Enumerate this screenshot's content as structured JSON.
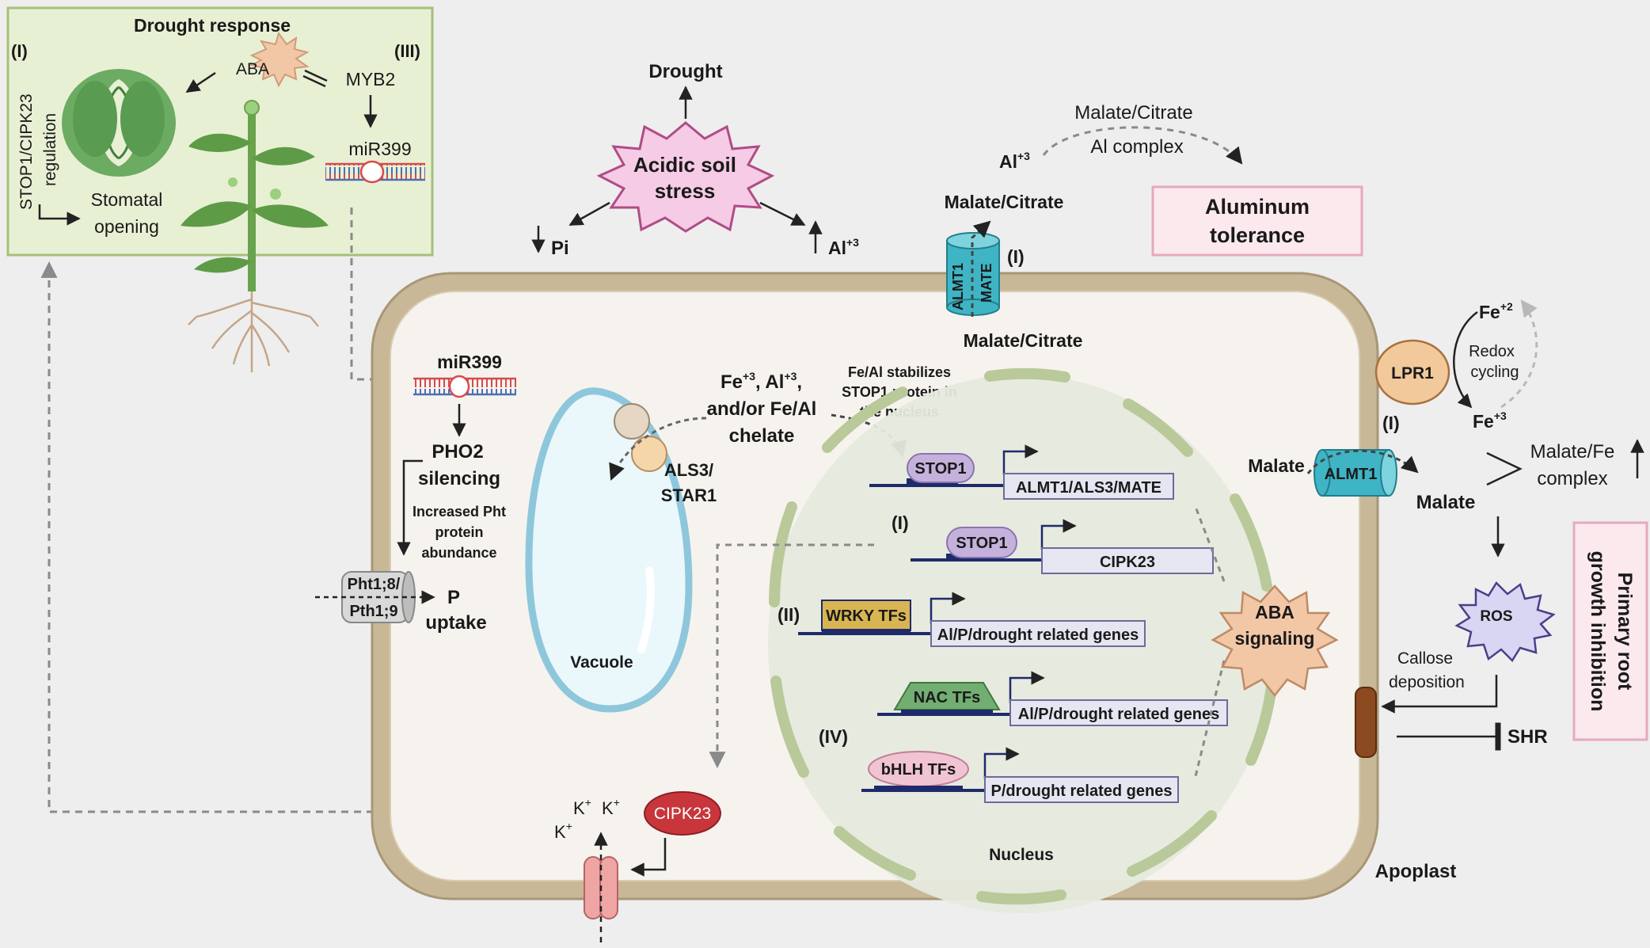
{
  "drought_box": {
    "title": "Drought response",
    "label_I": "(I)",
    "label_III": "(III)",
    "side_label_1": "STOP1/CIPK23",
    "side_label_2": "regulation",
    "aba": "ABA",
    "myb2": "MYB2",
    "mir399": "miR399",
    "stomatal_1": "Stomatal",
    "stomatal_2": "opening"
  },
  "stress": {
    "drought": "Drought",
    "acidic_1": "Acidic soil",
    "acidic_2": "stress",
    "pi": "Pi",
    "al_base": "Al",
    "al_sup": "+3"
  },
  "top_right": {
    "malate_citrate_1": "Malate/Citrate",
    "al_complex": "Al complex",
    "al_base": "Al",
    "al_sup": "+3",
    "malate_citrate_2": "Malate/Citrate",
    "almt1": "ALMT1",
    "mate": "MATE",
    "label_I": "(I)",
    "malate_citrate_inside": "Malate/Citrate",
    "al_tolerance_1": "Aluminum",
    "al_tolerance_2": "tolerance"
  },
  "left_cell": {
    "mir399": "miR399",
    "pho2_1": "PHO2",
    "pho2_2": "silencing",
    "pht_note_1": "Increased Pht",
    "pht_note_2": "protein",
    "pht_note_3": "abundance",
    "pht_1": "Pht1;8/",
    "pht_2": "Pth1;9",
    "p_uptake_1": "P",
    "p_uptake_2": "uptake",
    "vacuole": "Vacuole",
    "als3_1": "ALS3/",
    "als3_2": "STAR1",
    "chelate_1": "Fe",
    "chelate_fe_sup": "+3",
    "chelate_al": ", Al",
    "chelate_al_sup": "+3",
    "chelate_comma": ",",
    "chelate_2": "and/or Fe/Al",
    "chelate_3": "chelate",
    "stab_1": "Fe/Al stabilizes",
    "stab_2": "STOP1 protein in",
    "stab_3": "the nucleus"
  },
  "nucleus": {
    "label": "Nucleus",
    "genes": [
      {
        "tf": "STOP1",
        "gene": "ALMT1/ALS3/MATE"
      },
      {
        "tf": "STOP1",
        "gene": "CIPK23"
      },
      {
        "tf": "WRKY TFs",
        "gene": "Al/P/drought related genes"
      },
      {
        "tf": "NAC TFs",
        "gene": "Al/P/drought related genes"
      },
      {
        "tf": "bHLH TFs",
        "gene": "P/drought related genes"
      }
    ],
    "label_I": "(I)",
    "label_II": "(II)",
    "label_IV": "(IV)",
    "aba_1": "ABA",
    "aba_2": "signaling"
  },
  "bottom": {
    "k1": "K",
    "k2": "K",
    "k3": "K",
    "k_sup": "+",
    "cipk23": "CIPK23",
    "apoplast": "Apoplast"
  },
  "right": {
    "lpr1": "LPR1",
    "fe2_base": "Fe",
    "fe2_sup": "+2",
    "fe3_base": "Fe",
    "fe3_sup": "+3",
    "redox_1": "Redox",
    "redox_2": "cycling",
    "malate_out": "Malate",
    "almt1": "ALMT1",
    "label_I": "(I)",
    "malate": "Malate",
    "complex_1": "Malate/Fe",
    "complex_2": "complex",
    "ros": "ROS",
    "callose_1": "Callose",
    "callose_2": "deposition",
    "shr": "SHR",
    "inhibition_1": "Primary root",
    "inhibition_2": "growth inhibition"
  },
  "colors": {
    "cell_wall": "#c9b897",
    "cytoplasm": "#f6f3ee",
    "nucleus": "#e6e9dd",
    "nuclear_envelope": "#b9c99a",
    "drought_box": "#e8f0d4",
    "drought_box_border": "#a6c07a",
    "stop1": "#c4b2dc",
    "wrky": "#d8b552",
    "nac": "#72ae72",
    "bhlh": "#f0c4d2",
    "gene_box": "#e6e6f2",
    "tolerance_box": "#fbe9ee",
    "tolerance_border": "#e6a9bd",
    "almt1": "#3fb4c4",
    "lpr1": "#f1c99a",
    "cipk23": "#c8363c",
    "ros": "#d8d6f2",
    "aba_burst": "#f2c7a6",
    "acidic_burst": "#f6cbe6",
    "mir_red": "#d94b4b",
    "mir_blue": "#4c6fb3"
  }
}
